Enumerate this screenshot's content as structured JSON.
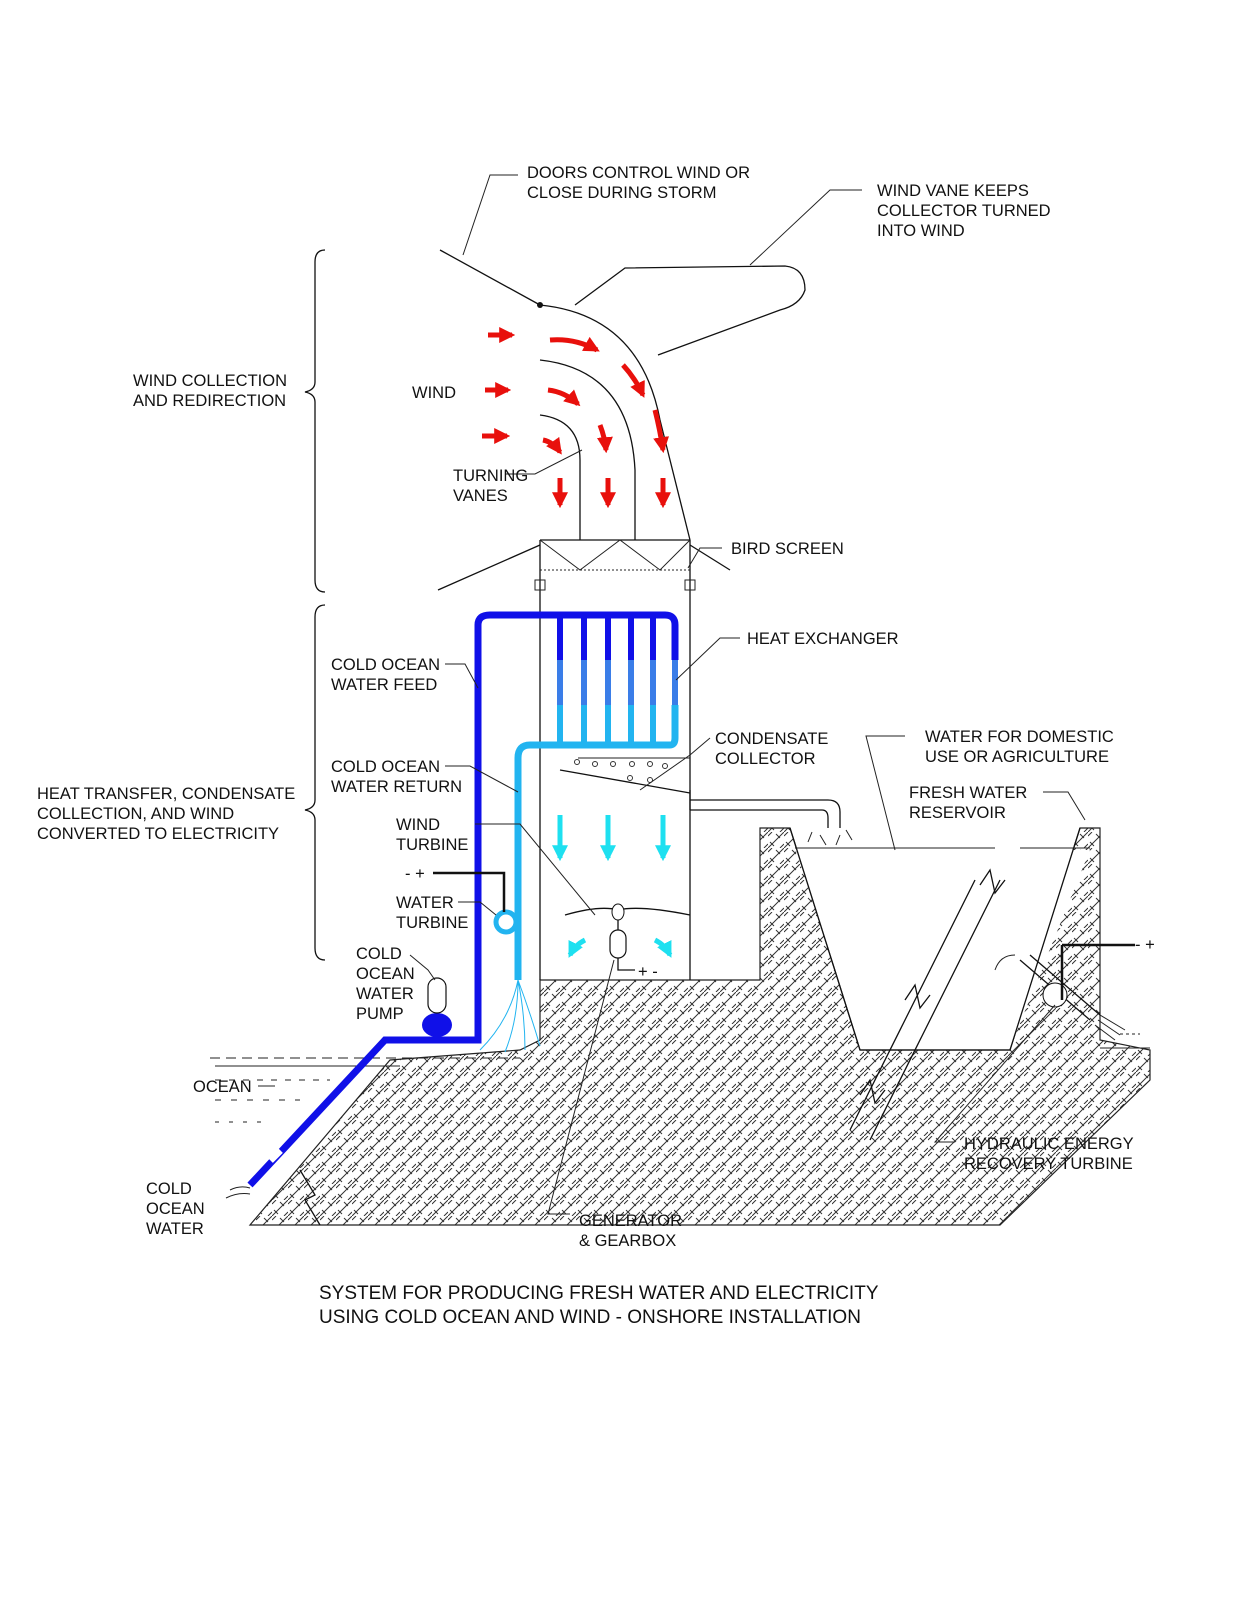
{
  "labels": {
    "doors": [
      "DOORS CONTROL WIND OR",
      "CLOSE DURING STORM"
    ],
    "wind_vane": [
      "WIND VANE KEEPS",
      "COLLECTOR TURNED",
      "INTO WIND"
    ],
    "wind_collection": [
      "WIND COLLECTION",
      "AND REDIRECTION"
    ],
    "wind": "WIND",
    "turning_vanes": [
      "TURNING",
      "VANES"
    ],
    "bird_screen": "BIRD SCREEN",
    "heat_exchanger": "HEAT  EXCHANGER",
    "cold_feed": [
      "COLD OCEAN",
      "WATER FEED"
    ],
    "cold_return": [
      "COLD OCEAN",
      "WATER RETURN"
    ],
    "condensate": [
      "CONDENSATE",
      "COLLECTOR"
    ],
    "water_use": [
      "WATER FOR DOMESTIC",
      "USE OR AGRICULTURE"
    ],
    "reservoir": [
      "FRESH WATER",
      "RESERVOIR"
    ],
    "heat_transfer": [
      "HEAT TRANSFER, CONDENSATE",
      "COLLECTION, AND WIND",
      "CONVERTED TO ELECTRICITY"
    ],
    "wind_turbine": [
      "WIND",
      "TURBINE"
    ],
    "water_turbine": [
      "WATER",
      "TURBINE"
    ],
    "pump": [
      "COLD",
      "OCEAN",
      "WATER",
      "PUMP"
    ],
    "ocean": "OCEAN",
    "cold_water": [
      "COLD",
      "OCEAN",
      "WATER"
    ],
    "generator": [
      "GENERATOR",
      "& GEARBOX"
    ],
    "hydraulic": [
      "HYDRAULIC ENERGY",
      "RECOVERY TURBINE"
    ],
    "terminal_left": "- +",
    "terminal_gen": "+ -",
    "terminal_right": "- +"
  },
  "caption": [
    "SYSTEM FOR PRODUCING FRESH WATER AND ELECTRICITY",
    "USING COLD OCEAN  AND WIND - ONSHORE INSTALLATION"
  ],
  "colors": {
    "wind_arrow": "#e8100c",
    "cold_pipe": "#1010e8",
    "return_pipe": "#22b4f0",
    "cool_air": "#1ee0f0"
  }
}
